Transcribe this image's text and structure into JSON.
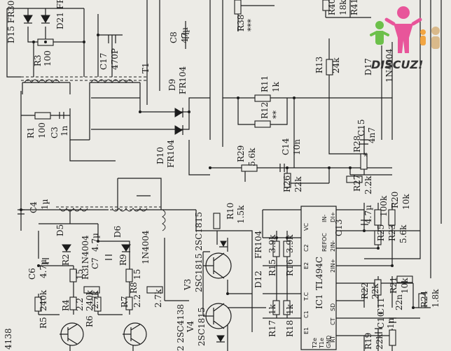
{
  "labels": {
    "d15": "D15 FR30",
    "d21": "D21 FR",
    "r3": "R3",
    "r3v": "100",
    "c17": "C17",
    "c17v": "470P",
    "c8": "C8",
    "c8v": "47µ",
    "t1": "T1",
    "d9": "D9",
    "d9v": "FR104",
    "r38": "R38",
    "r38v": "***",
    "r40": "R40",
    "r40v": "18k",
    "r41": "R41",
    "r13": "R13",
    "r13v": "24k",
    "d17": "D17",
    "d17v": "1N4004",
    "r11": "R11",
    "r11v": "1k",
    "r12": "R12",
    "r12v": "**",
    "r1": "R1",
    "r1v": "100",
    "c3": "C3",
    "c3v": "1n",
    "c15": "C15",
    "c15v": "4n7",
    "d10": "D10",
    "d10v": "FR104",
    "r29": "R29",
    "r29v": "5.6k",
    "c14": "C14",
    "c14v": "10n",
    "r28": "R28",
    "r28v": "*",
    "r26": "R26",
    "r26v": "22k",
    "r27": "R27",
    "r27v": "2.2k",
    "c4": "C4",
    "c4v": "1µ",
    "r10": "R10",
    "r10v": "1.5k",
    "c13": "C13",
    "c13v": "4.7µ",
    "r20": "R20",
    "r20v": "10k",
    "r25": "R25",
    "r25v": "100k",
    "r23": "R23",
    "r23v": "5.6k",
    "c6": "C6",
    "c6v": "4.7µ",
    "d5": "D5",
    "d5v": "1N4004",
    "c7": "C7",
    "c7v": "4.7µ",
    "d6": "D6",
    "d6v": "1N4004",
    "d12": "D12",
    "d12v": "FR104",
    "r15": "R15",
    "r15v": "3.9k",
    "r16": "R16",
    "r16v": "3.9k",
    "ic1": "IC1",
    "ic1v": "TL494C",
    "r2": "R2",
    "r2v": "15",
    "r9": "R9",
    "r9v": "15",
    "r3b": "R3",
    "r3bv": "2.7k",
    "r8": "R8",
    "r8v": "2.7k",
    "v3": "V3",
    "v3v": "2SC1815 2SC1815",
    "r4": "R4",
    "r4v": "2.2",
    "r7": "R7",
    "r7v": "2.2",
    "r5": "R5",
    "r5v": "240k",
    "r6": "R6",
    "r6v": "240k",
    "v4": "V4",
    "v4v": "2SC1815",
    "v4138": "4138",
    "v2sc": "2 2SC4138",
    "r17": "R17",
    "r17v": "1k",
    "r18": "R18",
    "r18v": "1k",
    "r22": "R22",
    "r22v": "22k",
    "r21": "R21",
    "r21v": "10k",
    "c11": "C11",
    "c11v": "22n",
    "c10": "C10",
    "c10v": "1n",
    "r24": "R24",
    "r24v": "1.8k",
    "r19": "R19",
    "r19v": "22k"
  },
  "pins": {
    "dip": "DI+",
    "din": "IN-",
    "vc": "VC",
    "c2": "C2",
    "e2": "E2",
    "in2n": "2IN-",
    "in2p": "2IN+",
    "ref": "REF",
    "oc": "OC",
    "tc": "T.C",
    "c1": "C1",
    "e1": "E1",
    "t2e": "T2e",
    "t1e": "T1e",
    "gnd": "GND",
    "ct": "CT",
    "rt": "RT",
    "sd": "SD"
  },
  "watermark": "DISCUZ!",
  "colors": {
    "ink": "#1c1c1c",
    "paper": "#ecebe6",
    "logo_pink": "#e8559a",
    "logo_green": "#6cc04a",
    "logo_orange": "#f2a541"
  }
}
